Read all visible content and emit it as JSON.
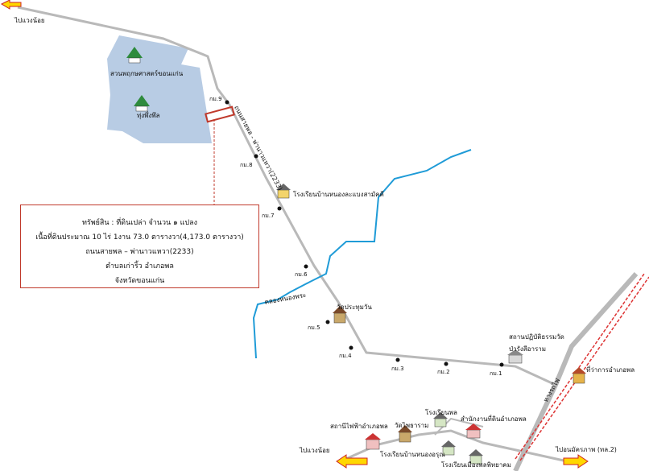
{
  "labels": {
    "top_left_dest": "ไปแวงน้อย",
    "forest_park": "สวนพฤกษศาสตร์ขอนแก่น",
    "field": "ทุ่งพึ่งพึล",
    "road_2233": "ถนนสายพล - พ่านาวแหวา(2233)",
    "school_1": "โรงเรียนบ้านหนองละแบงสามัคคี",
    "canal": "คลองหนองพระ",
    "temple_1": "วัดประทุมวัน",
    "dharma_place_1": "สถานปฏิบัติธรรมวัด",
    "dharma_place_2": "ป่ารังสีอาราม",
    "district_office": "ที่ว่าการอำเภอพล",
    "rail_label": "ทางรถไฟ",
    "electricity_office": "สถานีไฟฟ้าอำเภอพล",
    "temple_2": "วัดไพธาราม",
    "school_2": "โรงเรียนพล",
    "land_office": "สำนักงานที่ดินอำเภอพล",
    "school_3": "โรงเรียนบ้านหนองอรุณ",
    "school_4": "โรงเรียนเมืองพลพิทยาคม",
    "bottom_left_dest": "ไปแวงน้อย",
    "bottom_right_dest": "ไปอนมัครภาพ (ทล.2)"
  },
  "km_markers": [
    "กม.9",
    "กม.8",
    "กม.7",
    "กม.6",
    "กม.5",
    "กม.4",
    "กม.3",
    "กม.2",
    "กม.1"
  ],
  "info": {
    "line1": "ทรัพย์สิน : ที่ดินเปล่า จำนวน ๑ แปลง",
    "line2": "เนื้อที่ดินประมาณ 10 ไร่ 1งาน 73.0 ตารางวา(4,173.0 ตารางวา)",
    "line3": "ถนนสายพล – พ่านาวแหวา(2233)",
    "line4": "ตำบลเก่าริ้ว อำเภอพล",
    "line5": "จังหวัดขอนแก่น"
  },
  "colors": {
    "road": "#b9b9b9",
    "forest_area": "#b8cce4",
    "river": "#1f9bd7",
    "plot_marker": "#c0392b",
    "arrow_fill": "#ffd700",
    "arrow_stroke": "#cc2222",
    "rail": "#d33"
  }
}
